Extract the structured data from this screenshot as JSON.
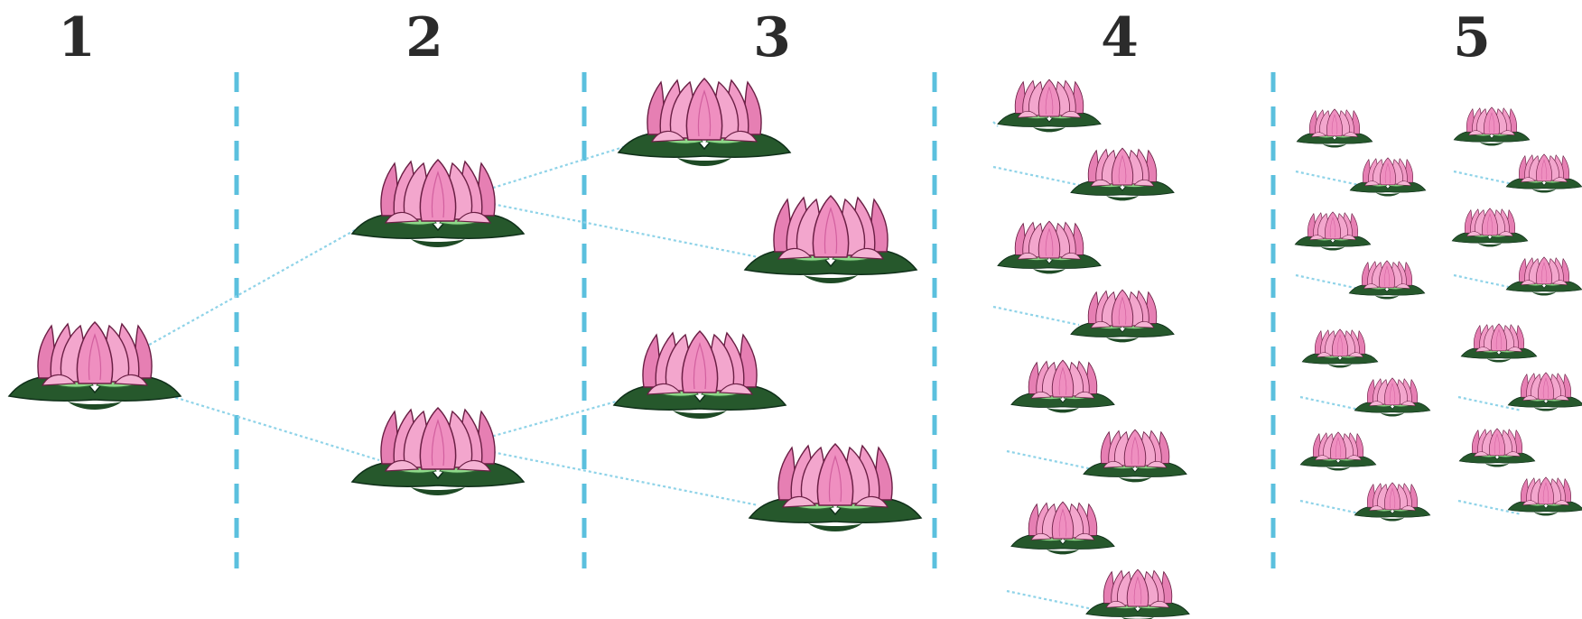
{
  "column_labels": [
    "1",
    "2",
    "3",
    "4",
    "5"
  ],
  "colors": {
    "divider": "#5bc0de",
    "link": "#8fd3e8",
    "petal": "#f19ac6",
    "petal_dark": "#d2609f",
    "petal_outline": "#6b1f45",
    "leaf_dark": "#26582c",
    "leaf_light": "#8fd98a"
  },
  "icons": {
    "flower": "lotus-flower-icon"
  },
  "stages": [
    {
      "label": "1",
      "flower_count": 1
    },
    {
      "label": "2",
      "flower_count": 2
    },
    {
      "label": "3",
      "flower_count": 4
    },
    {
      "label": "4",
      "flower_count": 8
    },
    {
      "label": "5",
      "flower_count": 16
    }
  ]
}
